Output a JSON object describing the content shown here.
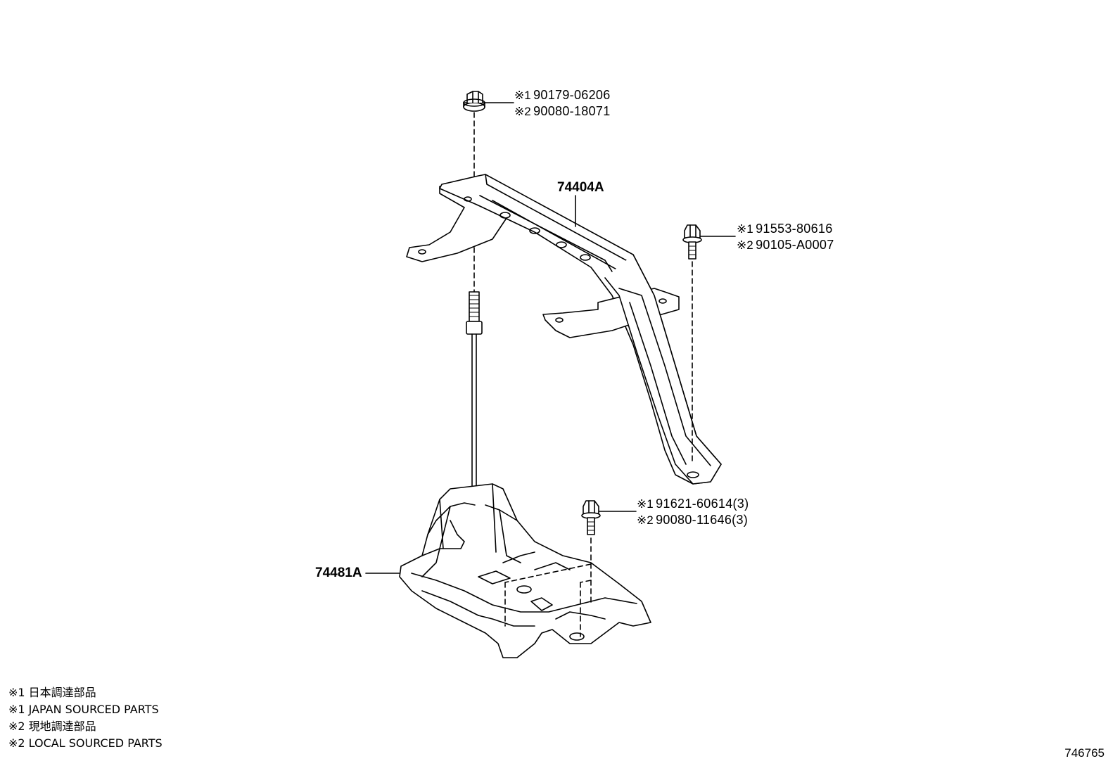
{
  "parts": {
    "bracket_upper": "74404A",
    "tray_lower": "74481A"
  },
  "fasteners": {
    "top_nut": {
      "line1_mark": "※1",
      "line1_pn": "90179-06206",
      "line2_mark": "※2",
      "line2_pn": "90080-18071"
    },
    "right_bolt": {
      "line1_mark": "※1",
      "line1_pn": "91553-80616",
      "line2_mark": "※2",
      "line2_pn": "90105-A0007"
    },
    "lower_bolt": {
      "line1_mark": "※1",
      "line1_pn": "91621-60614(3)",
      "line2_mark": "※2",
      "line2_pn": "90080-11646(3)"
    }
  },
  "legend": [
    "※1 日本調達部品",
    "※1 JAPAN SOURCED PARTS",
    "※2 現地調達部品",
    "※2 LOCAL SOURCED PARTS"
  ],
  "figure_id": "746765"
}
